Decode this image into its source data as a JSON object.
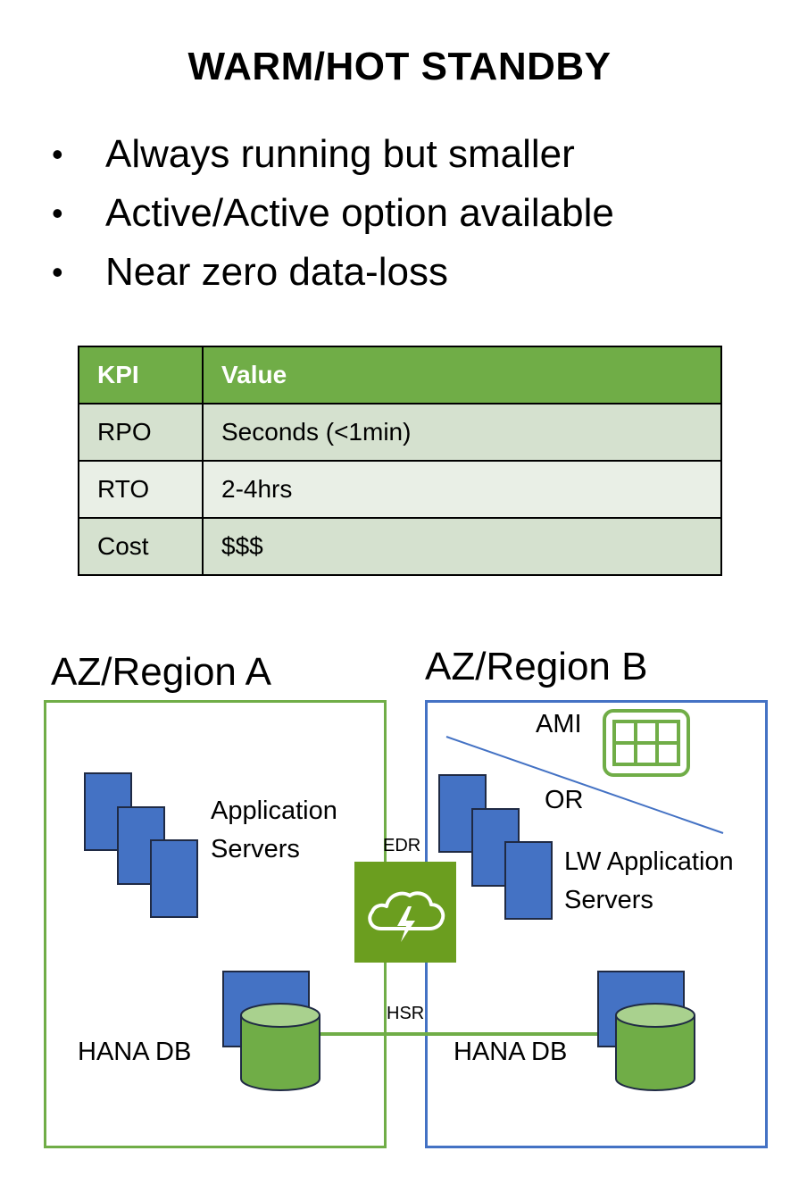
{
  "title": "WARM/HOT STANDBY",
  "bullets": [
    "Always running but smaller",
    "Active/Active option available",
    "Near zero data-loss"
  ],
  "bullet_glyph": "•",
  "kpi_table": {
    "headers": [
      "KPI",
      "Value"
    ],
    "rows": [
      [
        "RPO",
        "Seconds (<1min)"
      ],
      [
        "RTO",
        "2-4hrs"
      ],
      [
        "Cost",
        "$$$"
      ]
    ]
  },
  "region_a": {
    "label": "AZ/Region A",
    "app_label": [
      "Application",
      "Servers"
    ],
    "db_label": "HANA DB",
    "border_color": "#70ad47"
  },
  "region_b": {
    "label": "AZ/Region B",
    "ami_label": "AMI",
    "or_label": "OR",
    "app_label": [
      "LW Application",
      "Servers"
    ],
    "db_label": "HANA DB",
    "border_color": "#4472c4"
  },
  "links": {
    "edr_label": "EDR",
    "hsr_label": "HSR",
    "edr_icon": "cloud-lightning-icon"
  },
  "colors": {
    "server_fill": "#4472c4",
    "db_fill": "#70ad47",
    "edr_tile": "#6b9e1f",
    "kpi_header": "#70ad47"
  }
}
